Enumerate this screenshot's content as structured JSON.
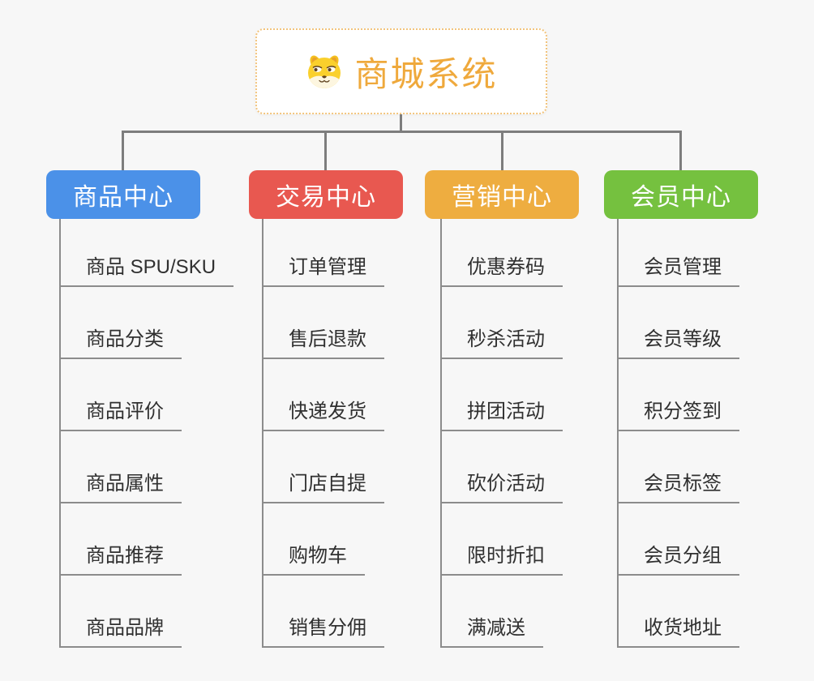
{
  "page": {
    "background": "#F7F7F7"
  },
  "root": {
    "title": "商城系统",
    "icon": "dog-face-icon",
    "title_color": "#EFA93C",
    "border_color": "#F2C47D"
  },
  "connector_color": "#7D7D7D",
  "underline_color": "#8C8C8C",
  "leaf_text_color": "#303030",
  "branches": [
    {
      "label": "商品中心",
      "color": "#4B91E8",
      "items": [
        "商品 SPU/SKU",
        "商品分类",
        "商品评价",
        "商品属性",
        "商品推荐",
        "商品品牌"
      ]
    },
    {
      "label": "交易中心",
      "color": "#E85850",
      "items": [
        "订单管理",
        "售后退款",
        "快递发货",
        "门店自提",
        "购物车",
        "销售分佣"
      ]
    },
    {
      "label": "营销中心",
      "color": "#EEAD40",
      "items": [
        "优惠券码",
        "秒杀活动",
        "拼团活动",
        "砍价活动",
        "限时折扣",
        "满减送"
      ]
    },
    {
      "label": "会员中心",
      "color": "#75C13F",
      "items": [
        "会员管理",
        "会员等级",
        "积分签到",
        "会员标签",
        "会员分组",
        "收货地址"
      ]
    }
  ]
}
